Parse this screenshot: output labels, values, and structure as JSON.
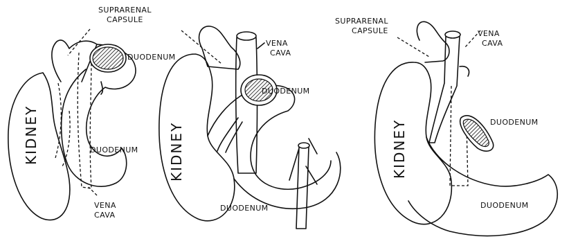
{
  "colors": {
    "ink": "#111111",
    "paper": "#ffffff",
    "hatch": "#111111"
  },
  "figures": [
    {
      "kidney": "KIDNEY",
      "suprarenal_line1": "SUPRARENAL",
      "suprarenal_line2": "CAPSULE",
      "duodenum_section": "DUODENUM",
      "duodenum": "DUODENUM",
      "vena_line1": "VENA",
      "vena_line2": "CAVA"
    },
    {
      "kidney": "KIDNEY",
      "vena_line1": "VENA",
      "vena_line2": "CAVA",
      "duodenum_section": "DUODENUM",
      "duodenum": "DUODENUM"
    },
    {
      "kidney": "KIDNEY",
      "suprarenal_line1": "SUPRARENAL",
      "suprarenal_line2": "CAPSULE",
      "vena_line1": "VENA",
      "vena_line2": "CAVA",
      "duodenum_section": "DUODENUM",
      "duodenum": "DUODENUM"
    }
  ]
}
